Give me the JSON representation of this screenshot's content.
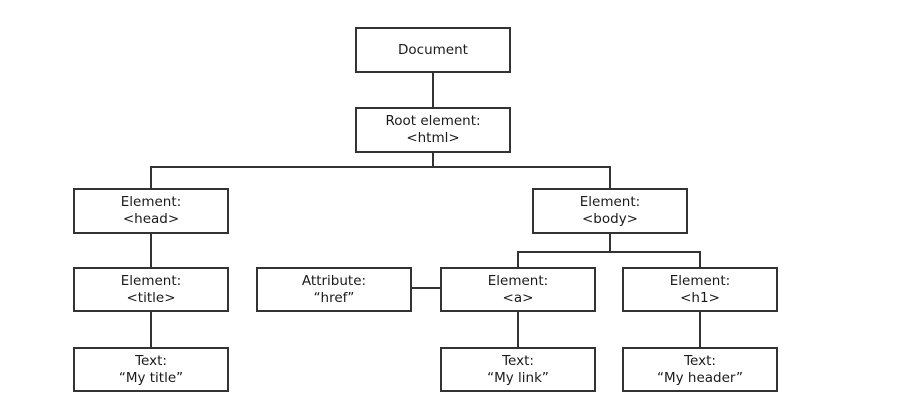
{
  "diagram": {
    "nodes": {
      "document": {
        "line1": "Document",
        "line2": ""
      },
      "root": {
        "line1": "Root element:",
        "line2": "<html>"
      },
      "head": {
        "line1": "Element:",
        "line2": "<head>"
      },
      "body": {
        "line1": "Element:",
        "line2": "<body>"
      },
      "title": {
        "line1": "Element:",
        "line2": "<title>"
      },
      "href": {
        "line1": "Attribute:",
        "line2": "“href”"
      },
      "a": {
        "line1": "Element:",
        "line2": "<a>"
      },
      "h1": {
        "line1": "Element:",
        "line2": "<h1>"
      },
      "text_title": {
        "line1": "Text:",
        "line2": "“My title”"
      },
      "text_link": {
        "line1": "Text:",
        "line2": "“My link”"
      },
      "text_header": {
        "line1": "Text:",
        "line2": "“My header”"
      }
    },
    "colors": {
      "border": "#333333",
      "background": "#ffffff",
      "text": "#1a1a1a"
    }
  }
}
